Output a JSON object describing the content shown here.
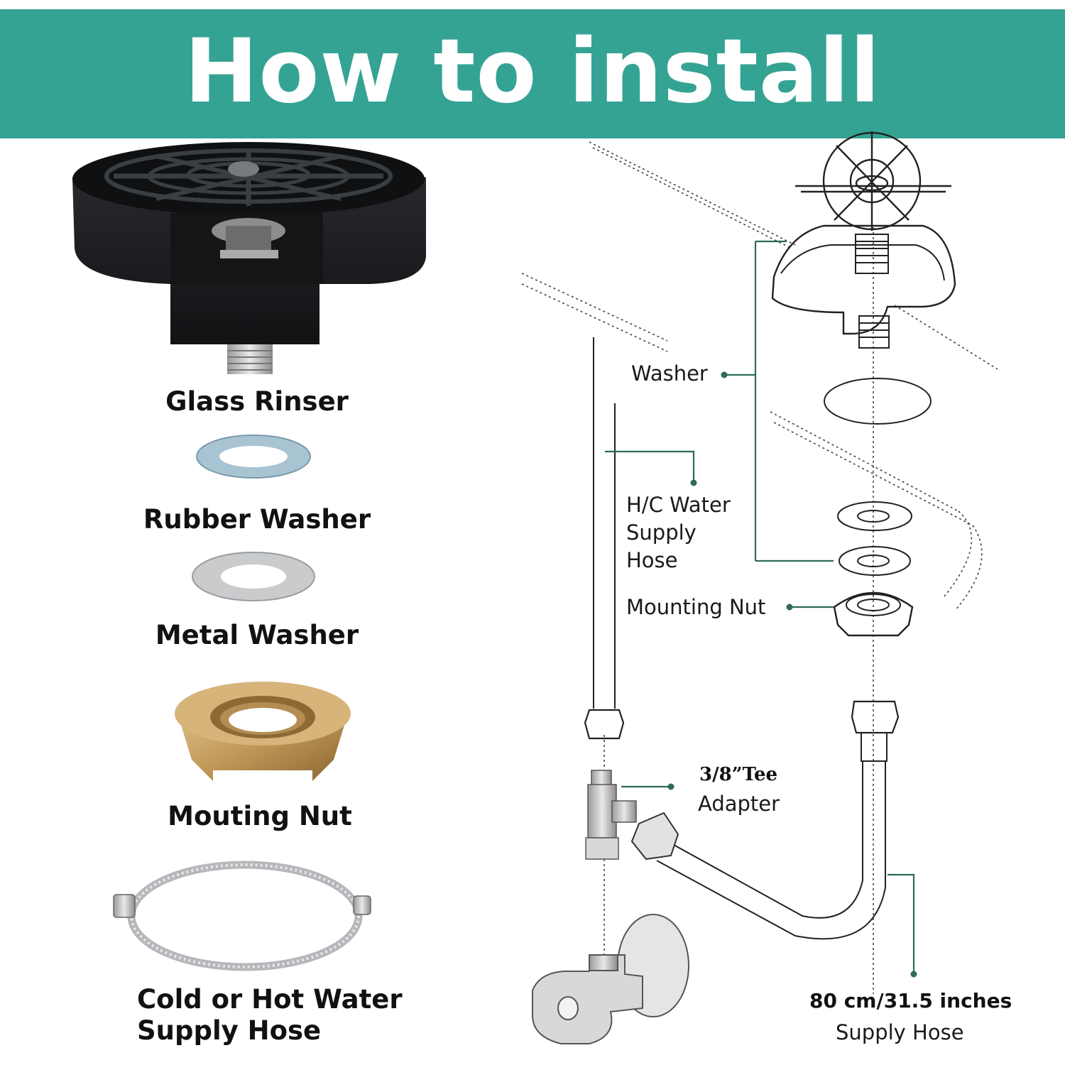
{
  "header": {
    "title": "How to install"
  },
  "parts": [
    {
      "label": "Glass Rinser"
    },
    {
      "label": "Rubber Washer"
    },
    {
      "label": "Metal Washer"
    },
    {
      "label": "Mouting Nut"
    },
    {
      "label": "Cold or Hot Water",
      "label2": "Supply Hose"
    }
  ],
  "diagram": {
    "washer": "Washer",
    "hose_line1": "H/C Water",
    "hose_line2": "Supply",
    "hose_line3": "Hose",
    "mounting_nut": "Mounting Nut",
    "tee_line1": "3/8”Tee",
    "tee_line2": "Adapter",
    "length": "80 cm/31.5 inches",
    "supply_hose": "Supply Hose"
  },
  "colors": {
    "banner": "#35a393",
    "leader": "#2f6a5a",
    "rinser": "#1c1e21",
    "brass": "#c9a66b"
  }
}
